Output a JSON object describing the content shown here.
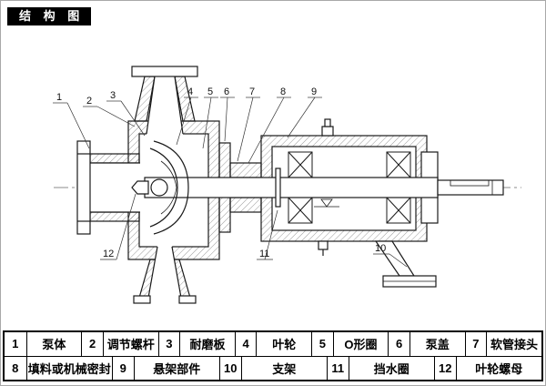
{
  "header": {
    "title": "结 构 图"
  },
  "diagram": {
    "callouts": [
      "1",
      "2",
      "3",
      "4",
      "5",
      "6",
      "7",
      "8",
      "9",
      "10",
      "11",
      "12"
    ]
  },
  "parts_table": {
    "rows": [
      {
        "cells": [
          {
            "num": "1",
            "name": "泵体"
          },
          {
            "num": "2",
            "name": "调节螺杆"
          },
          {
            "num": "3",
            "name": "耐磨板"
          },
          {
            "num": "4",
            "name": "叶轮"
          },
          {
            "num": "5",
            "name": "O形圈"
          },
          {
            "num": "6",
            "name": "泵盖"
          },
          {
            "num": "7",
            "name": "软管接头"
          }
        ]
      },
      {
        "cells": [
          {
            "num": "8",
            "name": "填料或机械密封"
          },
          {
            "num": "9",
            "name": "悬架部件"
          },
          {
            "num": "10",
            "name": "支架"
          },
          {
            "num": "11",
            "name": "挡水圈"
          },
          {
            "num": "12",
            "name": "叶轮螺母"
          }
        ]
      }
    ]
  }
}
